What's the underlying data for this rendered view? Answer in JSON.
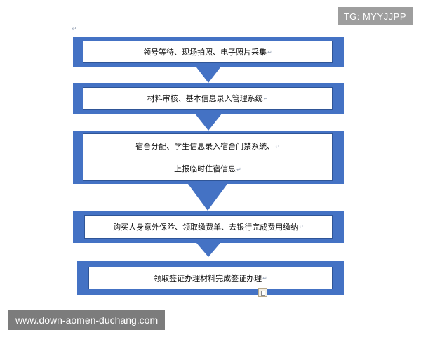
{
  "steps": [
    {
      "lines": [
        "领号等待、现场拍照、电子照片采集"
      ]
    },
    {
      "lines": [
        "材料审核、基本信息录入管理系统"
      ]
    },
    {
      "lines": [
        "宿舍分配、学生信息录入宿舍门禁系统、",
        "上报临时住宿信息"
      ]
    },
    {
      "lines": [
        "购买人身意外保险、领取缴费单、去银行完成费用缴纳"
      ]
    },
    {
      "lines": [
        "领取签证办理材料完成签证办理"
      ]
    }
  ],
  "paragraph_mark": "↵",
  "watermark_top": "TG: MYYJJPP",
  "watermark_bottom": "www.down-aomen-duchang.com",
  "colors": {
    "box_fill": "#4472c4",
    "inner_border": "#2f5597",
    "arrow": "#4472c4",
    "watermark_top_bg": "#9e9e9e",
    "watermark_bottom_bg": "#7c7c7c"
  },
  "icons": [
    "paste-options-icon"
  ]
}
